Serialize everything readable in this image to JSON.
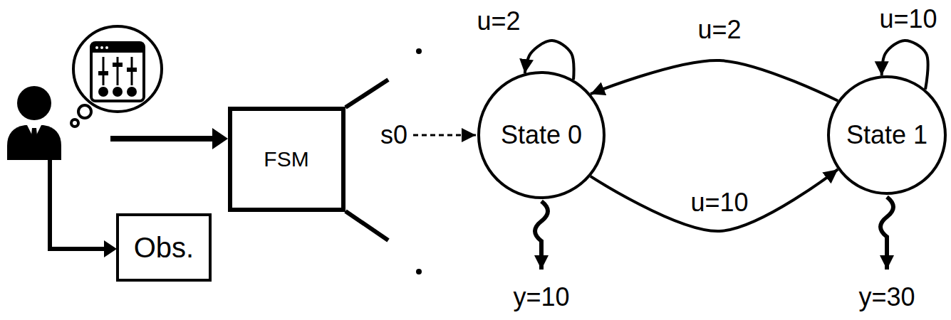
{
  "diagram": {
    "nodes": [
      {
        "text": [
          "FSM"
        ]
      },
      {
        "text": [
          "Obs."
        ]
      },
      {
        "text": [
          "State 0"
        ]
      },
      {
        "text": [
          "State 1"
        ]
      }
    ],
    "edges": [
      {
        "from": 2,
        "to": 2,
        "label": "u=2",
        "arrow": "to"
      },
      {
        "from": 3,
        "to": 2,
        "label": "u=2",
        "arrow": "to"
      },
      {
        "from": 2,
        "to": 3,
        "label": "u=10",
        "arrow": "to"
      },
      {
        "from": 3,
        "to": 3,
        "label": "u=10",
        "arrow": "to"
      }
    ],
    "labels": [
      "s0",
      "y=10",
      "y=30"
    ]
  }
}
